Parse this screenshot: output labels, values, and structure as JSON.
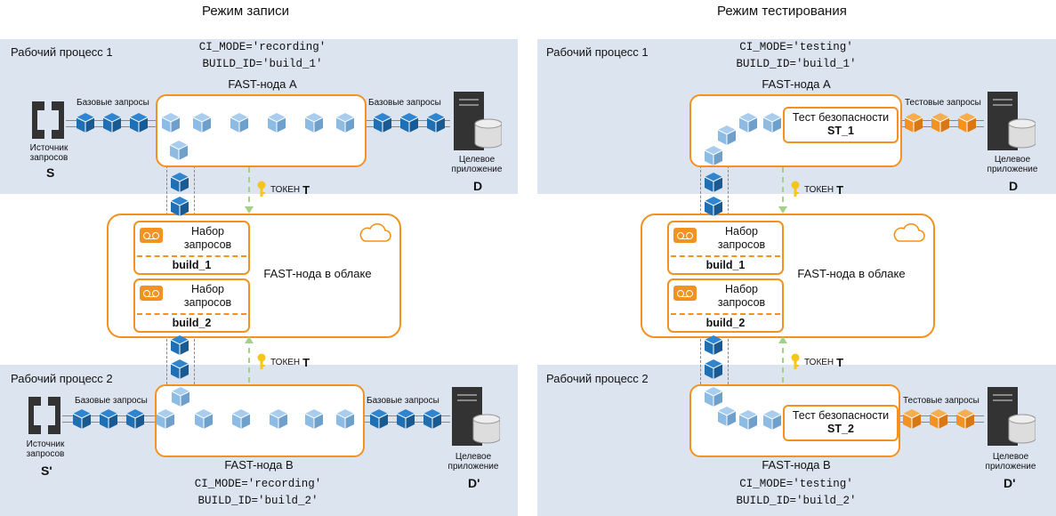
{
  "titles": {
    "left": "Режим записи",
    "right": "Режим тестирования"
  },
  "left": {
    "wp1": "Рабочий процесс 1",
    "wp2": "Рабочий процесс 2",
    "vars_top": [
      "CI_MODE='recording'",
      "BUILD_ID='build_1'"
    ],
    "vars_bottom": [
      "CI_MODE='recording'",
      "BUILD_ID='build_2'"
    ],
    "node_a": "FAST-нода A",
    "node_b": "FAST-нода B",
    "in_top": "Базовые запросы",
    "out_top": "Базовые запросы",
    "in_bottom": "Базовые запросы",
    "out_bottom": "Базовые запросы",
    "source_label": "Источник\nзапросов",
    "source_top": "S",
    "source_bottom": "S'",
    "target_label": "Целевое\nприложение",
    "target_top": "D",
    "target_bottom": "D'",
    "token_word": "ТОКЕН",
    "token_letter": "T"
  },
  "right": {
    "wp1": "Рабочий процесс 1",
    "wp2": "Рабочий процесс 2",
    "vars_top": [
      "CI_MODE='testing'",
      "BUILD_ID='build_1'"
    ],
    "vars_bottom": [
      "CI_MODE='testing'",
      "BUILD_ID='build_2'"
    ],
    "node_a": "FAST-нода A",
    "node_b": "FAST-нода B",
    "out_top": "Тестовые запросы",
    "out_bottom": "Тестовые запросы",
    "test_top": [
      "Тест безопасности",
      "ST_1"
    ],
    "test_bottom": [
      "Тест безопасности",
      "ST_2"
    ],
    "target_label": "Целевое\nприложение",
    "target_top": "D",
    "target_bottom": "D'",
    "token_word": "ТОКЕН",
    "token_letter": "T"
  },
  "cloud": {
    "label": "FAST-нода в облаке",
    "set_text": "Набор\nзапросов",
    "build1": "build_1",
    "build2": "build_2"
  },
  "colors": {
    "band": "#dce4f0",
    "orange": "#f39221",
    "blue_cube": "#1f6fb2",
    "light_cube": "#7fb0de",
    "green_arrow": "#a3d08a"
  }
}
